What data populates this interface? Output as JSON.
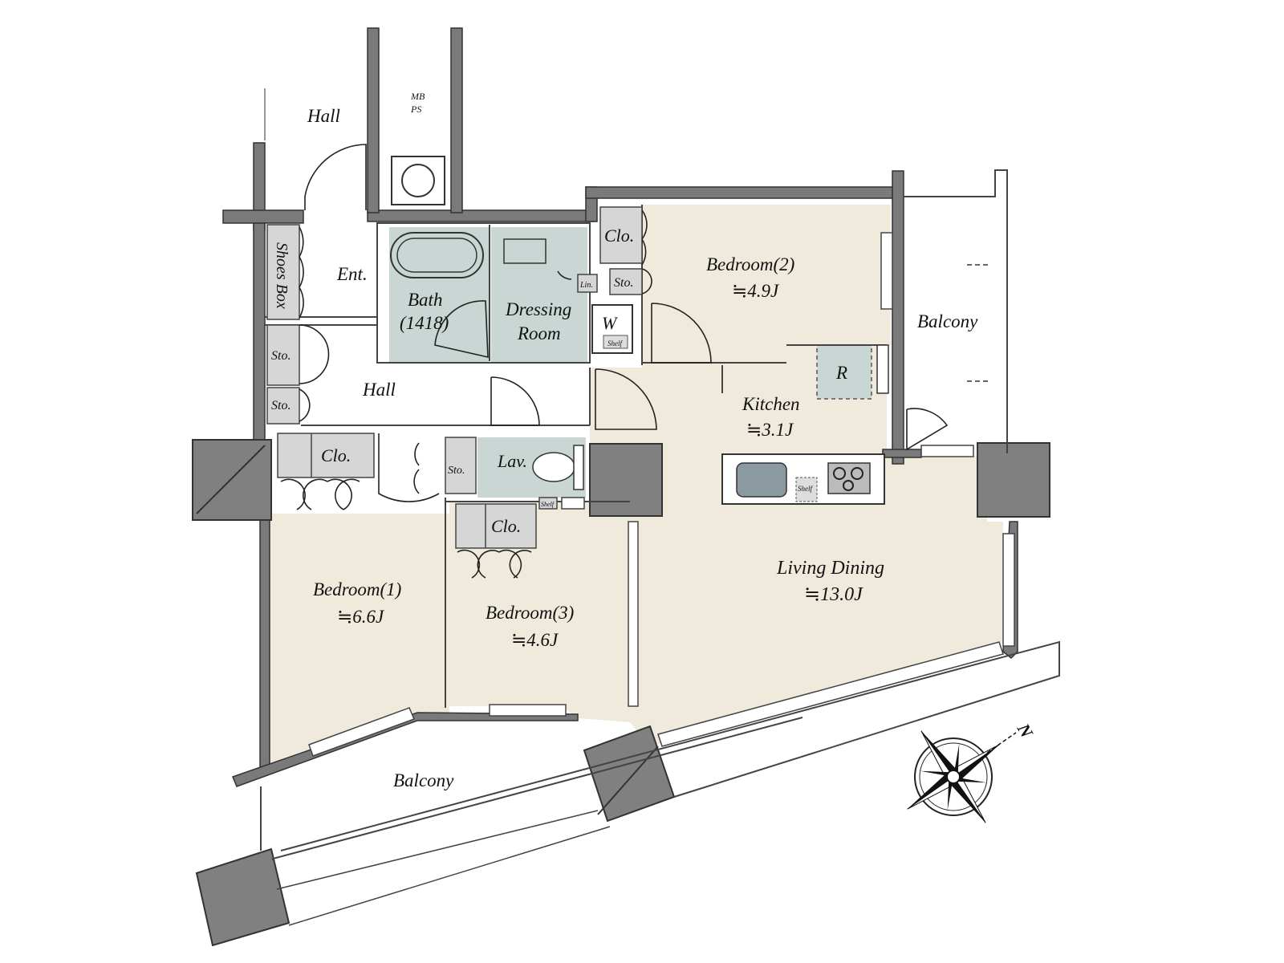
{
  "colors": {
    "room_fill": "#efeadb",
    "wet_fill": "#c9d6d4",
    "closet_fill": "#d6d6d6",
    "wall": "#7a7a7a",
    "pillar": "#808080",
    "background": "#ffffff"
  },
  "labels": {
    "hall_top": "Hall",
    "mb_ps_1": "MB",
    "mb_ps_2": "PS",
    "shoes_box": "Shoes Box",
    "ent": "Ent.",
    "sto_left_1": "Sto.",
    "sto_left_2": "Sto.",
    "hall_mid": "Hall",
    "bath_1": "Bath",
    "bath_2": "(1418)",
    "dressing_1": "Dressing",
    "dressing_2": "Room",
    "lin": "Lin.",
    "w": "W",
    "shelf_w": "Shelf",
    "clo_top": "Clo.",
    "sto_top": "Sto.",
    "bedroom2_name": "Bedroom(2)",
    "bedroom2_size": "≒4.9J",
    "balcony_right": "Balcony",
    "fridge": "R",
    "kitchen_name": "Kitchen",
    "kitchen_size": "≒3.1J",
    "shelf_kitchen": "Shelf",
    "clo_bed1": "Clo.",
    "sto_lav": "Sto.",
    "lav": "Lav.",
    "shelf_lav": "Shelf",
    "clo_bed3": "Clo.",
    "living_name": "Living Dining",
    "living_size": "≒13.0J",
    "bedroom1_name": "Bedroom(1)",
    "bedroom1_size": "≒6.6J",
    "bedroom3_name": "Bedroom(3)",
    "bedroom3_size": "≒4.6J",
    "balcony_bottom": "Balcony",
    "compass_n": "N"
  }
}
